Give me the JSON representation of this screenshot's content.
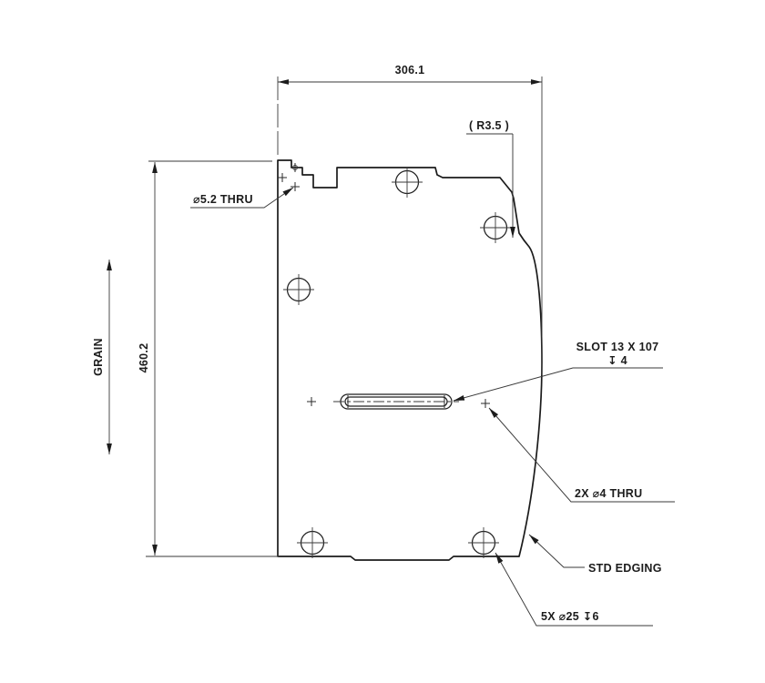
{
  "drawing": {
    "width_dim": "306.1",
    "height_dim": "460.2",
    "radius_note": "( R3.5 )",
    "grain_label": "GRAIN",
    "small_hole_note": "⌀5.2 THRU",
    "slot_note": "SLOT 13 X 107",
    "slot_depth": "↧ 4",
    "thru_hole_note": "2X ⌀4 THRU",
    "edging_note": "STD EDGING",
    "cbore_note": "5X ⌀25 ↧6"
  }
}
